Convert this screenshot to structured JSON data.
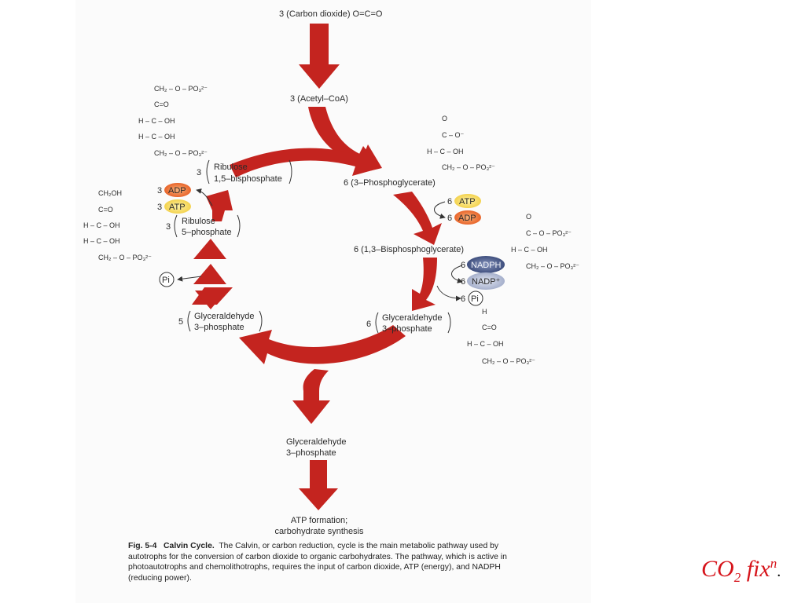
{
  "diagram": {
    "co2_input": "3 (Carbon dioxide) O=C=O",
    "acetyl": "3 (Acetyl–CoA)",
    "pga": "6 (3–Phosphoglycerate)",
    "bpg": "6 (1,3–Bisphosphoglycerate)",
    "g3p_right_coef": "6",
    "g3p_right_line1": "Glyceraldehyde",
    "g3p_right_line2": "3–phosphate",
    "g3p_left_coef": "5",
    "g3p_left_line1": "Glyceraldehyde",
    "g3p_left_line2": "3–phosphate",
    "rubp_coef": "3",
    "rubp_line1": "Ribulose",
    "rubp_line2": "1,5–bisphosphate",
    "ru5p_coef": "3",
    "ru5p_line1": "Ribulose",
    "ru5p_line2": "5–phosphate",
    "atp_right_coef": "6",
    "atp_right": "ATP",
    "adp_right_coef": "6",
    "adp_right": "ADP",
    "nadph_coef": "6",
    "nadph": "NADPH",
    "nadp_coef": "6",
    "nadp": "NADP⁺",
    "pi_right_coef": "6",
    "pi_right": "Pi",
    "adp_left_coef": "3",
    "adp_left": "ADP",
    "atp_left_coef": "3",
    "atp_left": "ATP",
    "pi_left": "Pi",
    "output_line1": "Glyceraldehyde",
    "output_line2": "3–phosphate",
    "final_line1": "ATP formation;",
    "final_line2": "carbohydrate synthesis"
  },
  "structures": {
    "rubp": [
      "CH₂ – O – PO₃²⁻",
      "C=O",
      "H – C – OH",
      "H – C – OH",
      "CH₂ – O – PO₃²⁻"
    ],
    "ru5p": [
      "CH₂OH",
      "C=O",
      "H – C – OH",
      "H – C – OH",
      "CH₂ – O – PO₃²⁻"
    ],
    "pga": [
      "O",
      "C – O⁻",
      "H – C – OH",
      "CH₂ – O – PO₃²⁻"
    ],
    "bpg": [
      "O",
      "C – O – PO₃²⁻",
      "H – C – OH",
      "CH₂ – O – PO₃²⁻"
    ],
    "g3p": [
      "H",
      "C=O",
      "H – C – OH",
      "CH₂ – O – PO₃²⁻"
    ]
  },
  "caption": {
    "fig_label": "Fig. 5-4",
    "fig_title": "Calvin Cycle.",
    "text": "The Calvin, or carbon reduction, cycle is the main metabolic pathway used by autotrophs for the conversion of carbon dioxide to organic carbohydrates. The pathway, which is active in photoautotrophs and chemolithotrophs, requires the input of carbon dioxide, ATP (energy), and NADPH (reducing power)."
  },
  "slide_title": {
    "co": "CO",
    "sub": "2",
    "fix": " fix",
    "sup": "n",
    "dot": "."
  },
  "colors": {
    "arrow": "#c4241f",
    "atp": "#f5dc6a",
    "adp": "#ee7a3c",
    "nadph": "#5b6a94",
    "nadp": "#b7c0d8",
    "title": "#d6141b"
  }
}
